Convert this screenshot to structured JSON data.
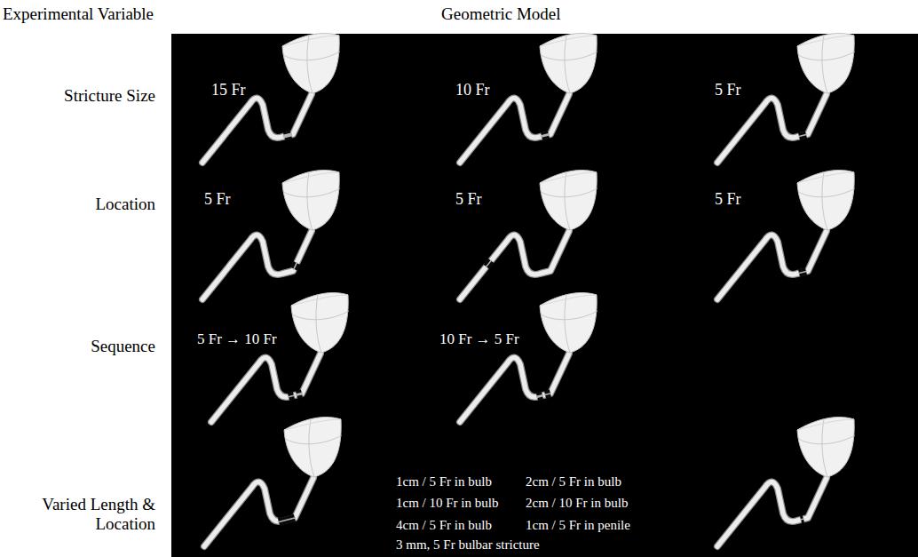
{
  "diagram": {
    "labels": [
      "Experimental Variable",
      "Geometric Model",
      "Stricture Size",
      "15 Fr",
      "10 Fr",
      "5 Fr",
      "Location",
      "5 Fr",
      "5 Fr",
      "5 Fr",
      "Sequence",
      "5 Fr → 10 Fr",
      "10 Fr → 5 Fr",
      "Varied Length & Location",
      "1cm / 5 Fr in bulb",
      "2cm / 5 Fr in bulb",
      "1cm / 10 Fr in bulb",
      "2cm / 10 Fr in bulb",
      "4cm / 5 Fr in bulb",
      "1cm / 5 Fr in penile",
      "3 mm, 5 Fr bulbar stricture"
    ]
  }
}
